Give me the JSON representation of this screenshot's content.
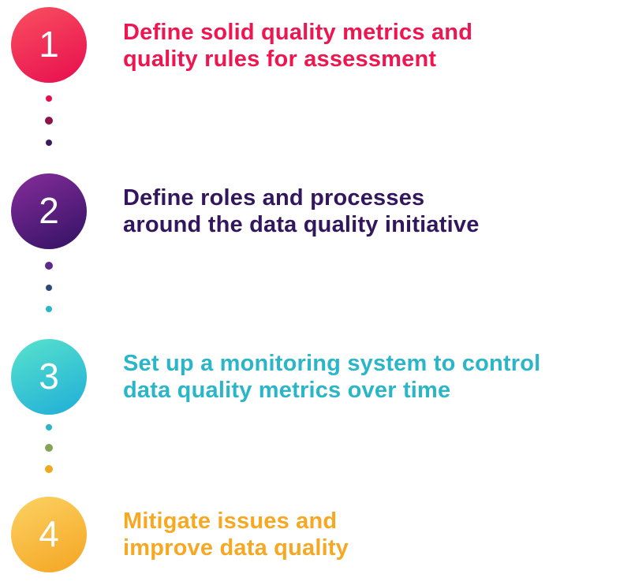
{
  "steps": [
    {
      "number": "1",
      "line1": "Define solid quality metrics and",
      "line2": "quality rules for assessment",
      "text_color": "#ed1650",
      "circle_from": "#fa5060",
      "circle_to": "#e70d4e"
    },
    {
      "number": "2",
      "line1": "Define roles and processes",
      "line2": "around the data quality initiative",
      "text_color": "#32175e",
      "circle_from": "#862d9b",
      "circle_to": "#321263"
    },
    {
      "number": "3",
      "line1": "Set up a monitoring system to control",
      "line2": "data quality metrics over time",
      "text_color": "#2ab5c9",
      "circle_from": "#58e3cc",
      "circle_to": "#1fadd8"
    },
    {
      "number": "4",
      "line1": "Mitigate issues and",
      "line2": "improve data quality",
      "text_color": "#f7a823",
      "circle_from": "#fcd263",
      "circle_to": "#f4a522"
    }
  ],
  "connectors": [
    {
      "dots": [
        "#e70d4e",
        "#8c1347",
        "#3d1a5f"
      ]
    },
    {
      "dots": [
        "#5e2a8a",
        "#2c4a78",
        "#2ab5c9"
      ]
    },
    {
      "dots": [
        "#2ab5c9",
        "#86a455",
        "#f0a81f"
      ]
    }
  ]
}
